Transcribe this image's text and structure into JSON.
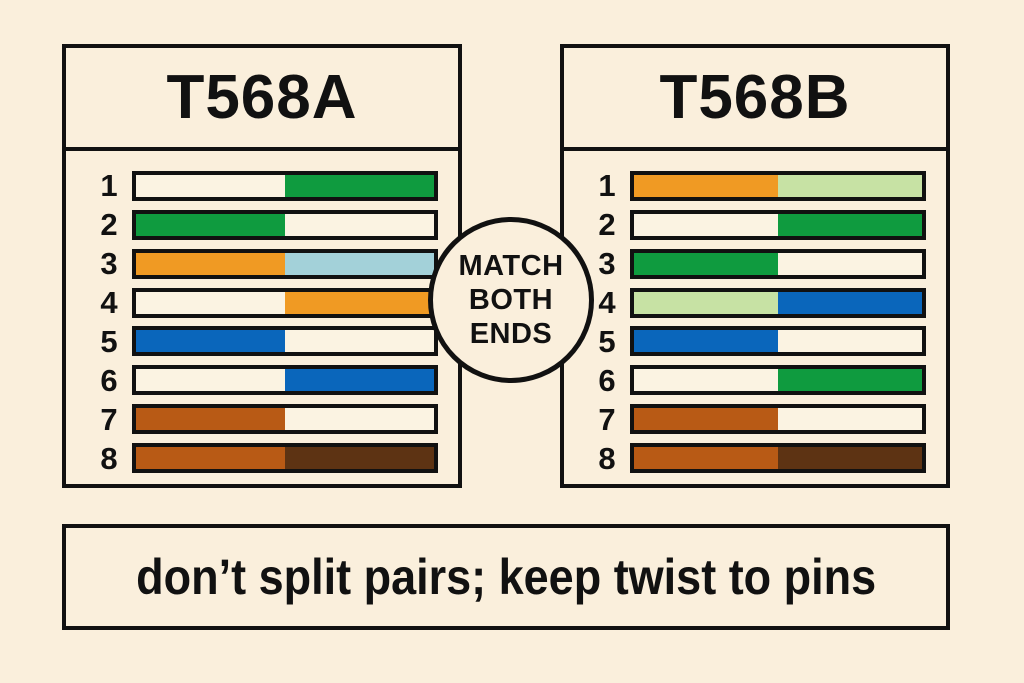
{
  "background_color": "#faefdc",
  "ink_color": "#111111",
  "palette": {
    "white": "#fbf3e2",
    "green": "#0f9b3f",
    "green_white": "#c7e2a4",
    "orange": "#f09a23",
    "blue": "#0a66bb",
    "blue_white": "#a3d1d9",
    "brown": "#b85a15",
    "brown_dark": "#5d3313"
  },
  "standards": [
    {
      "id": "t568a",
      "title": "T568A",
      "pins": [
        {
          "number": "1",
          "left": "#fbf3e2",
          "right": "#0f9b3f"
        },
        {
          "number": "2",
          "left": "#0f9b3f",
          "right": "#fbf3e2"
        },
        {
          "number": "3",
          "left": "#f09a23",
          "right": "#a3d1d9"
        },
        {
          "number": "4",
          "left": "#fbf3e2",
          "right": "#f09a23"
        },
        {
          "number": "5",
          "left": "#0a66bb",
          "right": "#fbf3e2"
        },
        {
          "number": "6",
          "left": "#fbf3e2",
          "right": "#0a66bb"
        },
        {
          "number": "7",
          "left": "#b85a15",
          "right": "#fbf3e2"
        },
        {
          "number": "8",
          "left": "#b85a15",
          "right": "#5d3313"
        }
      ]
    },
    {
      "id": "t568b",
      "title": "T568B",
      "pins": [
        {
          "number": "1",
          "left": "#f09a23",
          "right": "#c7e2a4"
        },
        {
          "number": "2",
          "left": "#fbf3e2",
          "right": "#0f9b3f"
        },
        {
          "number": "3",
          "left": "#0f9b3f",
          "right": "#fbf3e2"
        },
        {
          "number": "4",
          "left": "#c7e2a4",
          "right": "#0a66bb"
        },
        {
          "number": "5",
          "left": "#0a66bb",
          "right": "#fbf3e2"
        },
        {
          "number": "6",
          "left": "#fbf3e2",
          "right": "#0f9b3f"
        },
        {
          "number": "7",
          "left": "#b85a15",
          "right": "#fbf3e2"
        },
        {
          "number": "8",
          "left": "#b85a15",
          "right": "#5d3313"
        }
      ]
    }
  ],
  "badge": {
    "line1": "MATCH",
    "line2": "BOTH",
    "line3": "ENDS"
  },
  "caption": {
    "text": "don’t split pairs; keep twist to pins"
  }
}
